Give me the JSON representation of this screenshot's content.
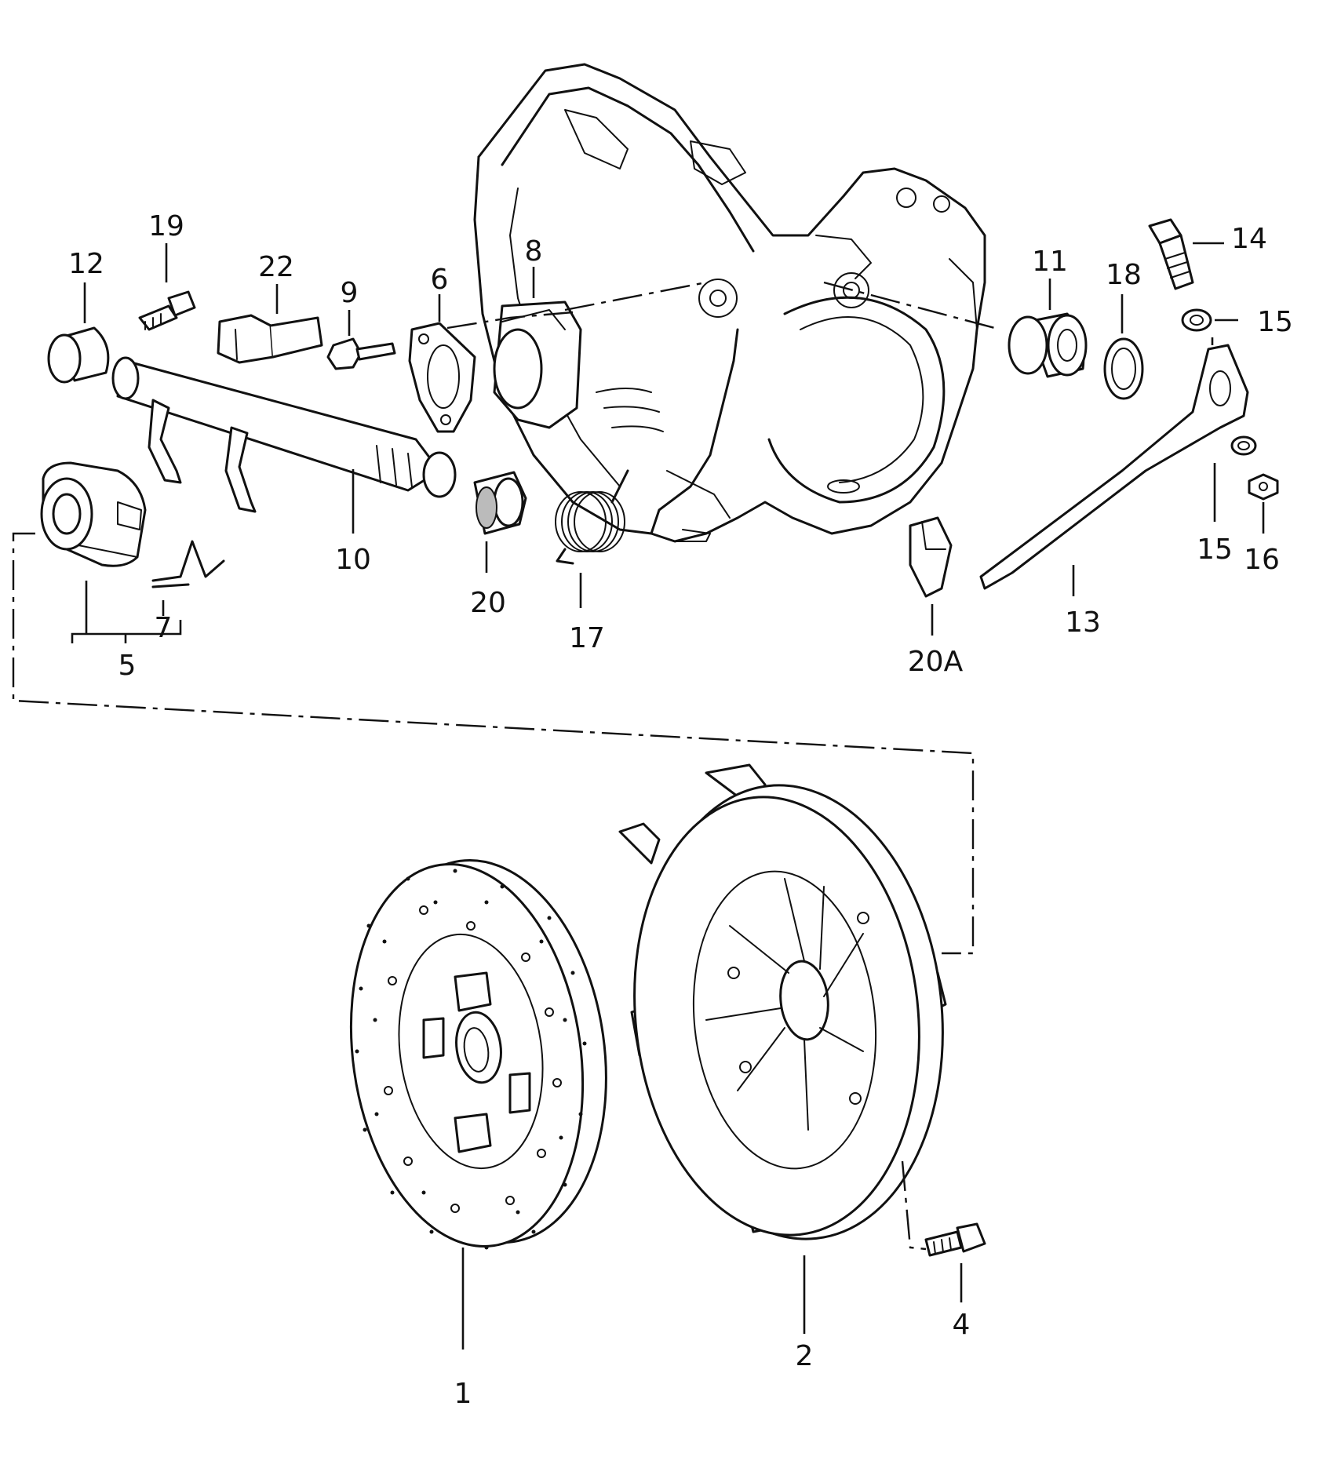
{
  "callouts": [
    {
      "id": "1",
      "text": "1"
    },
    {
      "id": "2",
      "text": "2"
    },
    {
      "id": "4",
      "text": "4"
    },
    {
      "id": "5",
      "text": "5"
    },
    {
      "id": "6",
      "text": "6"
    },
    {
      "id": "7",
      "text": "7"
    },
    {
      "id": "8",
      "text": "8"
    },
    {
      "id": "9",
      "text": "9"
    },
    {
      "id": "10",
      "text": "10"
    },
    {
      "id": "11",
      "text": "11"
    },
    {
      "id": "12",
      "text": "12"
    },
    {
      "id": "13",
      "text": "13"
    },
    {
      "id": "14",
      "text": "14"
    },
    {
      "id": "15a",
      "text": "15"
    },
    {
      "id": "15b",
      "text": "15"
    },
    {
      "id": "16",
      "text": "16"
    },
    {
      "id": "17",
      "text": "17"
    },
    {
      "id": "18",
      "text": "18"
    },
    {
      "id": "19",
      "text": "19"
    },
    {
      "id": "20",
      "text": "20"
    },
    {
      "id": "20A",
      "text": "20A"
    },
    {
      "id": "22",
      "text": "22"
    }
  ]
}
